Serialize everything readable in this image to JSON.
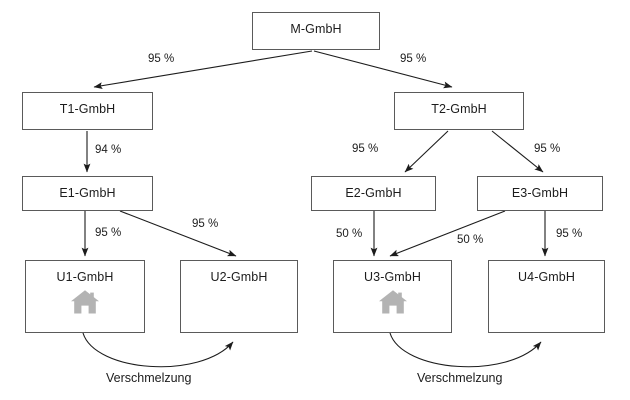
{
  "diagram": {
    "type": "corporate-ownership-structure",
    "nodes": [
      {
        "id": "M",
        "label": "M-GmbH",
        "icon": null
      },
      {
        "id": "T1",
        "label": "T1-GmbH",
        "icon": null
      },
      {
        "id": "T2",
        "label": "T2-GmbH",
        "icon": null
      },
      {
        "id": "E1",
        "label": "E1-GmbH",
        "icon": null
      },
      {
        "id": "E2",
        "label": "E2-GmbH",
        "icon": null
      },
      {
        "id": "E3",
        "label": "E3-GmbH",
        "icon": null
      },
      {
        "id": "U1",
        "label": "U1-GmbH",
        "icon": "house-icon"
      },
      {
        "id": "U2",
        "label": "U2-GmbH",
        "icon": null
      },
      {
        "id": "U3",
        "label": "U3-GmbH",
        "icon": "house-icon"
      },
      {
        "id": "U4",
        "label": "U4-GmbH",
        "icon": null
      }
    ],
    "edges": [
      {
        "from": "M",
        "to": "T1",
        "label": "95 %"
      },
      {
        "from": "M",
        "to": "T2",
        "label": "95 %"
      },
      {
        "from": "T1",
        "to": "E1",
        "label": "94 %"
      },
      {
        "from": "T2",
        "to": "E2",
        "label": "95 %"
      },
      {
        "from": "T2",
        "to": "E3",
        "label": "95 %"
      },
      {
        "from": "E1",
        "to": "U1",
        "label": "95 %"
      },
      {
        "from": "E1",
        "to": "U2",
        "label": "95 %"
      },
      {
        "from": "E2",
        "to": "U3",
        "label": "50 %"
      },
      {
        "from": "E3",
        "to": "U3",
        "label": "50 %"
      },
      {
        "from": "E3",
        "to": "U4",
        "label": "95 %"
      }
    ],
    "merge_relations": [
      {
        "from": "U1",
        "to": "U2",
        "label": "Verschmelzung"
      },
      {
        "from": "U3",
        "to": "U4",
        "label": "Verschmelzung"
      }
    ],
    "colors": {
      "box_border": "#5a5a5a",
      "box_fill": "#ffffff",
      "edge_stroke": "#1c1c1c",
      "text": "#1c1c1c",
      "house_icon": "#b3b3b3",
      "background": "#ffffff"
    }
  }
}
